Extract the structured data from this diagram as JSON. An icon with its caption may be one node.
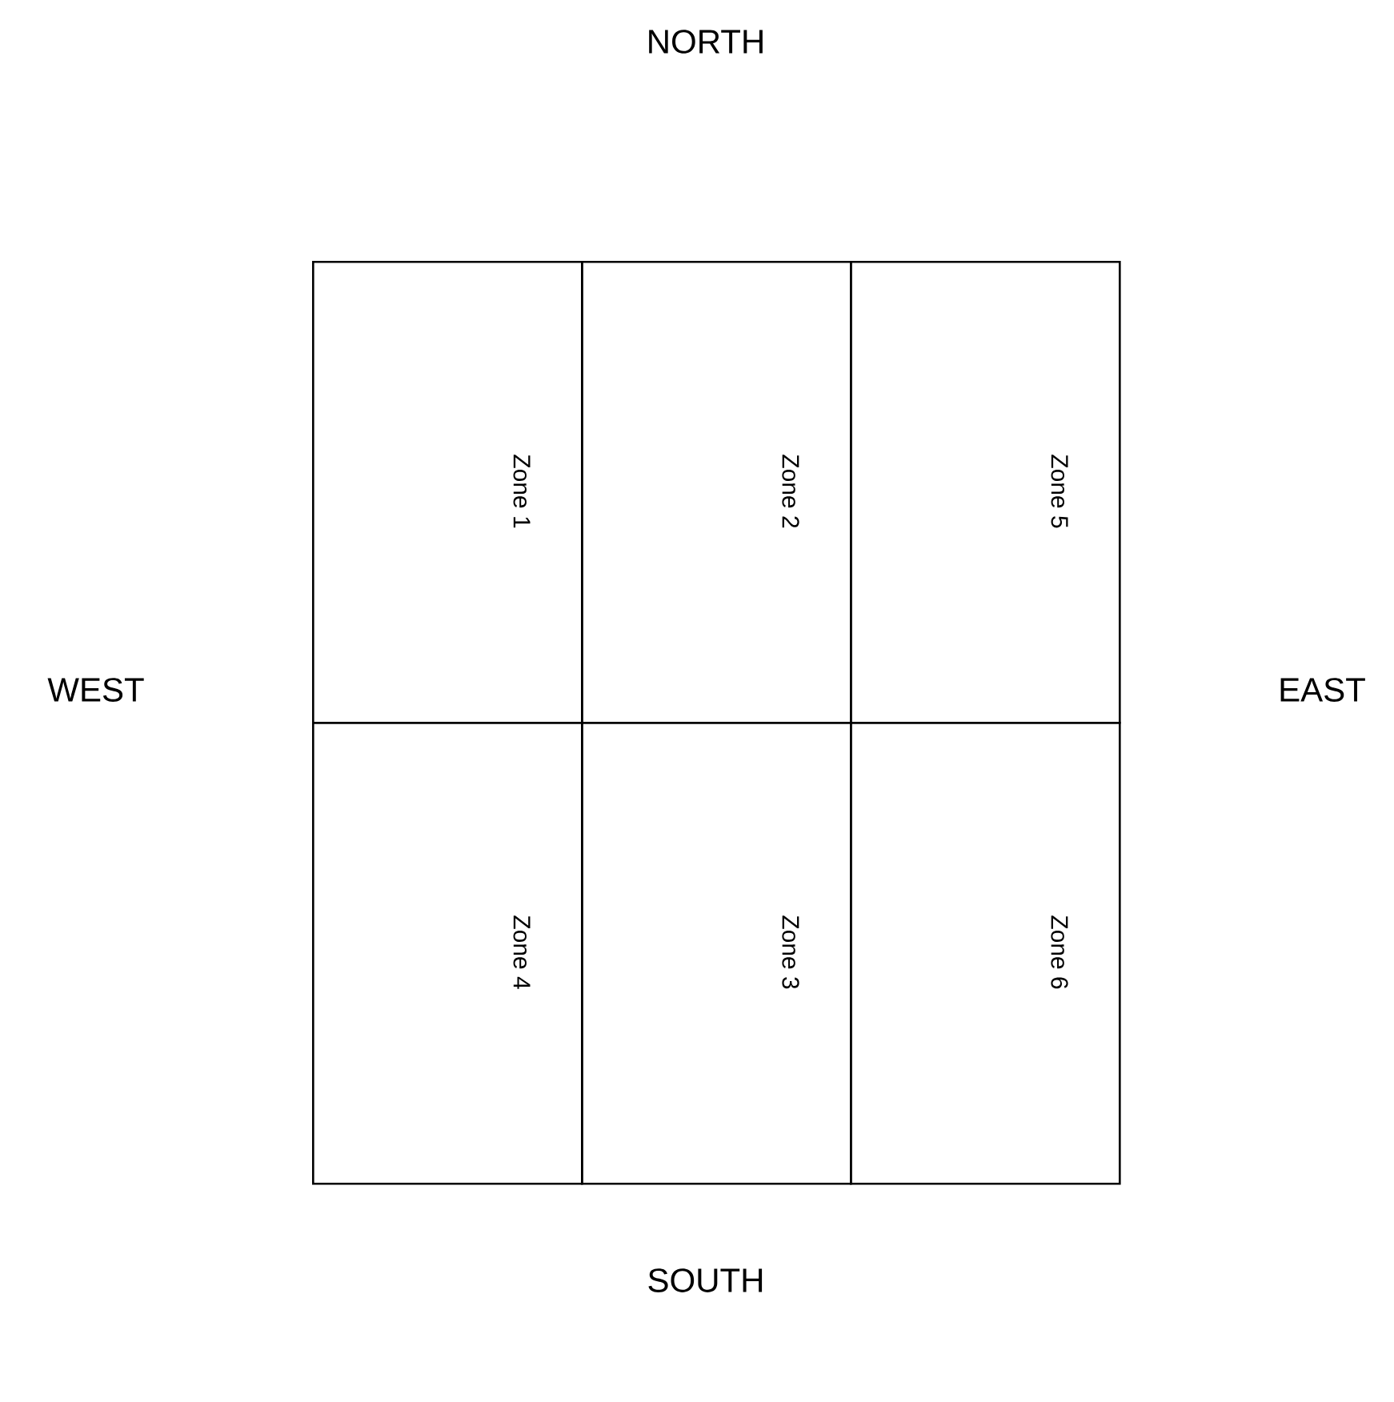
{
  "diagram": {
    "nodes": [
      {
        "text": [
          "Zone 1"
        ]
      },
      {
        "text": [
          "Zone 2"
        ]
      },
      {
        "text": [
          "Zone 5"
        ]
      },
      {
        "text": [
          "Zone 4"
        ]
      },
      {
        "text": [
          "Zone 3"
        ]
      },
      {
        "text": [
          "Zone 6"
        ]
      }
    ],
    "labels": [
      "NORTH",
      "WEST",
      "EAST",
      "SOUTH"
    ]
  }
}
